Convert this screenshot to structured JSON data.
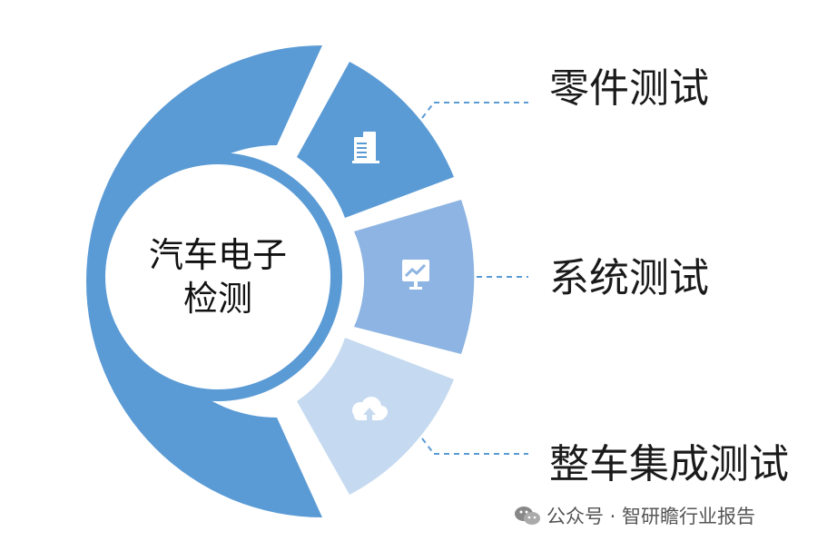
{
  "center": {
    "line1": "汽车电子",
    "line2": "检测"
  },
  "segments": [
    {
      "label": "零件测试",
      "icon": "building-icon",
      "color": "#5b9bd5"
    },
    {
      "label": "系统测试",
      "icon": "monitor-chart-icon",
      "color": "#8db4e2"
    },
    {
      "label": "整车集成测试",
      "icon": "cloud-upload-icon",
      "color": "#c5daf0"
    }
  ],
  "colors": {
    "ring": "#5b9bd5",
    "connector": "#5b9bd5"
  },
  "watermark": "公众号 · 智研瞻行业报告"
}
